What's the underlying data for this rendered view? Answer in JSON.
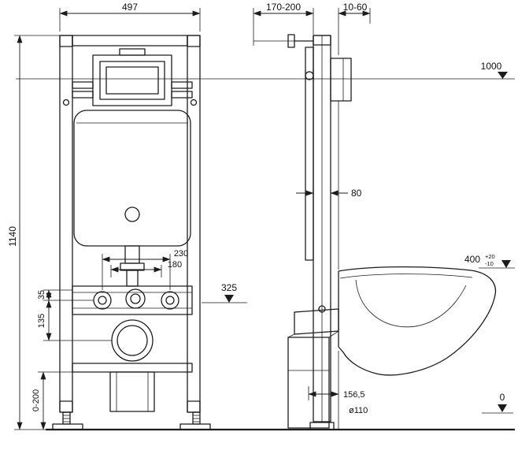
{
  "page": {
    "background": "#ffffff",
    "line_color": "#1c1c1c"
  },
  "front_view": {
    "dim_width": "497",
    "dim_height": "1140",
    "dim_bolt_spacing_outer": "230",
    "dim_bolt_spacing_inner": "180",
    "dim_bracket_offset": "35",
    "dim_outlet_offset": "135",
    "dim_foot_adjust": "0-200",
    "level_outlet": "325"
  },
  "side_view": {
    "dim_bracket_range": "170-200",
    "dim_wall_clearance": "10-60",
    "dim_rail_depth": "80",
    "level_top": "1000",
    "level_bowl": "400",
    "level_bowl_tol_plus": "+20",
    "level_bowl_tol_minus": "-10",
    "dim_outlet_to_wall": "156,5",
    "dim_pipe_diameter": "ø110",
    "level_floor": "0"
  }
}
